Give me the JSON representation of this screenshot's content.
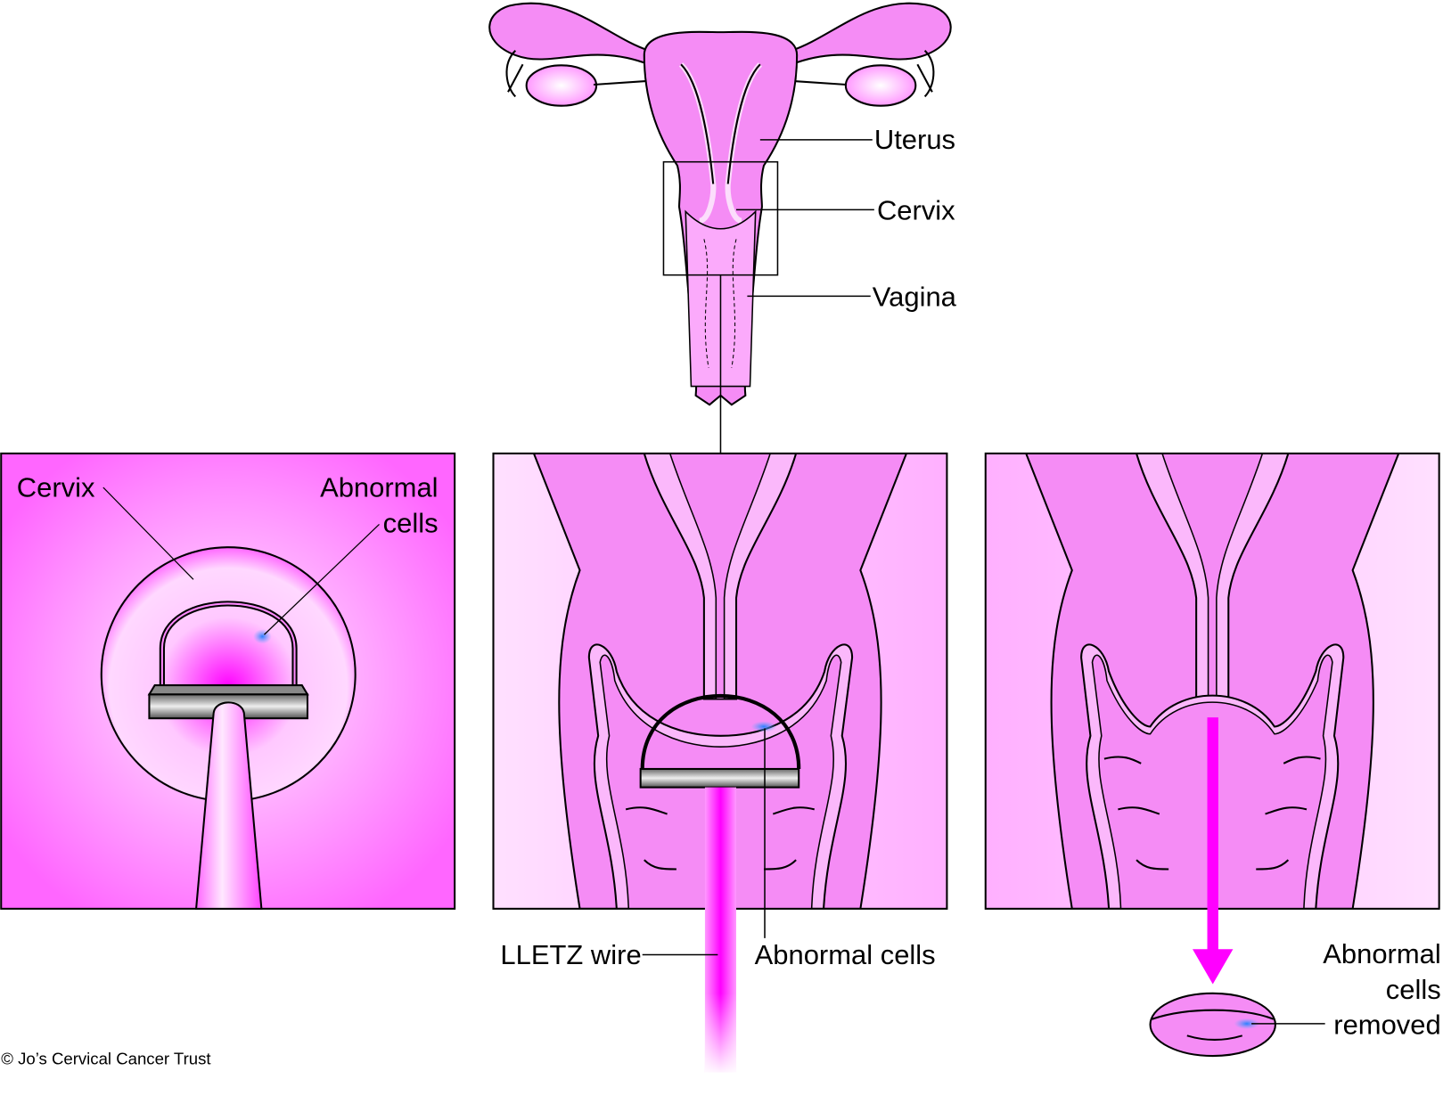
{
  "top_anatomy": {
    "labels": {
      "uterus": "Uterus",
      "cervix": "Cervix",
      "vagina": "Vagina"
    }
  },
  "panel_left": {
    "labels": {
      "cervix": "Cervix",
      "abnormal_line1": "Abnormal",
      "abnormal_line2": "cells"
    }
  },
  "panel_middle": {
    "labels": {
      "wire": "LLETZ wire",
      "abnormal": "Abnormal cells"
    }
  },
  "panel_right": {
    "labels": {
      "line1": "Abnormal",
      "line2": "cells",
      "line3": "removed"
    }
  },
  "copyright": "© Jo’s Cervical Cancer Trust",
  "colors": {
    "tissue": "#f58cf5",
    "light_tissue": "#ffd0ff",
    "magenta": "#ff00ff",
    "abnormal_cells": "#3399ff",
    "outline": "#000000"
  }
}
